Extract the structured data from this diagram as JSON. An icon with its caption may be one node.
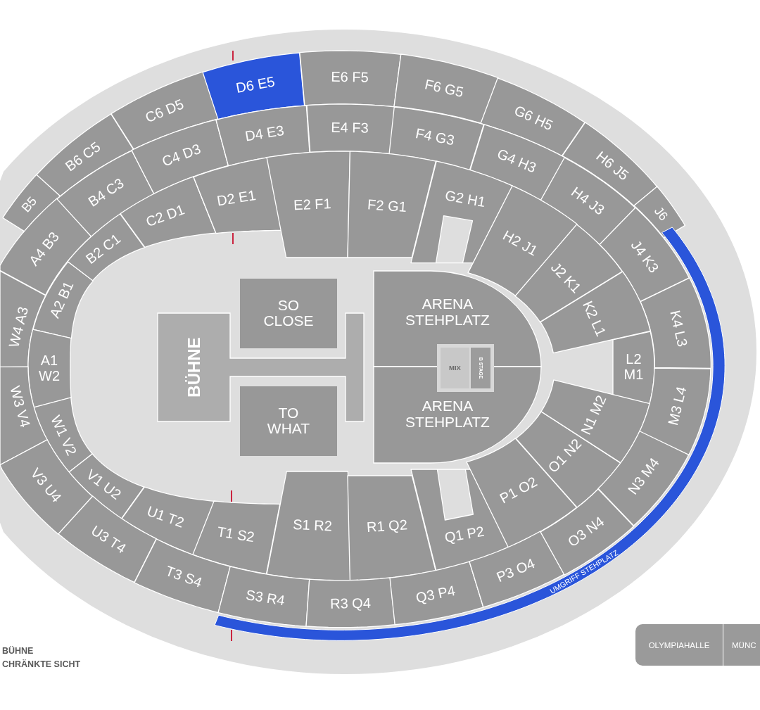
{
  "diagram": {
    "nodes": [
      {
        "text": [
          "B5"
        ]
      },
      {
        "text": [
          "B6 C5"
        ]
      },
      {
        "text": [
          "C6 D5"
        ]
      },
      {
        "text": [
          "D6 E5"
        ]
      },
      {
        "text": [
          "E6 F5"
        ]
      },
      {
        "text": [
          "F6 G5"
        ]
      },
      {
        "text": [
          "G6 H5"
        ]
      },
      {
        "text": [
          "H6 J5"
        ]
      },
      {
        "text": [
          "J6"
        ]
      },
      {
        "text": [
          "W4 A3"
        ]
      },
      {
        "text": [
          "A4 B3"
        ]
      },
      {
        "text": [
          "B4 C3"
        ]
      },
      {
        "text": [
          "C4 D3"
        ]
      },
      {
        "text": [
          "D4 E3"
        ]
      },
      {
        "text": [
          "E4 F3"
        ]
      },
      {
        "text": [
          "F4 G3"
        ]
      },
      {
        "text": [
          "G4 H3"
        ]
      },
      {
        "text": [
          "H4 J3"
        ]
      },
      {
        "text": [
          "J4 K3"
        ]
      },
      {
        "text": [
          "K4 L3"
        ]
      },
      {
        "text": [
          "A2 B1"
        ]
      },
      {
        "text": [
          "B2 C1"
        ]
      },
      {
        "text": [
          "C2 D1"
        ]
      },
      {
        "text": [
          "D2 E1"
        ]
      },
      {
        "text": [
          "E2 F1"
        ]
      },
      {
        "text": [
          "F2 G1"
        ]
      },
      {
        "text": [
          "G2 H1"
        ]
      },
      {
        "text": [
          "H2 J1"
        ]
      },
      {
        "text": [
          "J2 K1"
        ]
      },
      {
        "text": [
          "K2 L1"
        ]
      },
      {
        "text": [
          "A1 W2"
        ]
      },
      {
        "text": [
          "BÜHNE"
        ]
      },
      {
        "text": [
          "SO CLOSE"
        ]
      },
      {
        "text": [
          "TO WHAT"
        ]
      },
      {
        "text": [
          "ARENA STEHPLATZ"
        ]
      },
      {
        "text": [
          "MIX"
        ]
      },
      {
        "text": [
          "B STAGE"
        ]
      },
      {
        "text": [
          "ARENA STEHPLATZ"
        ]
      },
      {
        "text": [
          "L2 M1"
        ]
      },
      {
        "text": [
          "W1 V2"
        ]
      },
      {
        "text": [
          "V1 U2"
        ]
      },
      {
        "text": [
          "U1 T2"
        ]
      },
      {
        "text": [
          "T1 S2"
        ]
      },
      {
        "text": [
          "S1 R2"
        ]
      },
      {
        "text": [
          "R1 Q2"
        ]
      },
      {
        "text": [
          "Q1 P2"
        ]
      },
      {
        "text": [
          "P1 O2"
        ]
      },
      {
        "text": [
          "O1 N2"
        ]
      },
      {
        "text": [
          "N1 M2"
        ]
      },
      {
        "text": [
          "W3 V4"
        ]
      },
      {
        "text": [
          "V3 U4"
        ]
      },
      {
        "text": [
          "U3 T4"
        ]
      },
      {
        "text": [
          "T3 S4"
        ]
      },
      {
        "text": [
          "S3 R4"
        ]
      },
      {
        "text": [
          "R3 Q4"
        ]
      },
      {
        "text": [
          "Q3 P4"
        ]
      },
      {
        "text": [
          "P3 O4"
        ]
      },
      {
        "text": [
          "O3 N4"
        ]
      },
      {
        "text": [
          "N3 M4"
        ]
      },
      {
        "text": [
          "M3 L4"
        ]
      },
      {
        "text": [
          "UMGRIFF STEHPLATZ"
        ]
      }
    ],
    "labels": [
      "BÜHNE",
      "CHRÄNKTE SICHT",
      "OLYMPIAHALLE",
      "MÜNC"
    ]
  }
}
